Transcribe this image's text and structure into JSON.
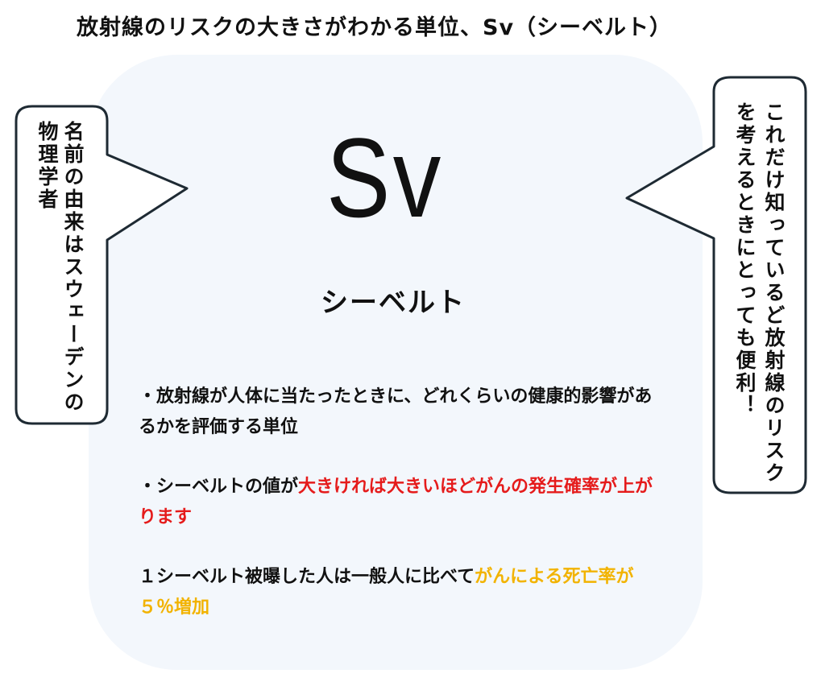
{
  "title": "放射線のリスクの大きさがわかる単位、Sv（シーベルト）",
  "symbol": "Sv",
  "unit_name": "シーベルト",
  "points": {
    "p1": {
      "text": "・放射線が人体に当たったときに、どれくらいの健康的影響があるかを評価する単位"
    },
    "p2": {
      "text": "・シーベルトの値が",
      "highlight": "大きければ大きいほどがんの発生確率が上がります"
    },
    "p3": {
      "text": "１シーベルト被曝した人は一般人に比べて",
      "highlight": "がんによる死亡率が５％増加"
    }
  },
  "left_bubble": {
    "line1": "名前の由来はスウェーデンの",
    "line2": "物理学者"
  },
  "right_bubble": {
    "line1": "これだけ知っているど放射線のリスク",
    "line2": "を考えるときにとっても便利！"
  },
  "colors": {
    "panel_bg": "#f3f7fc",
    "highlight_red": "#e51b1b",
    "highlight_yellow": "#f2b300",
    "bubble_border": "#1e2a33"
  }
}
